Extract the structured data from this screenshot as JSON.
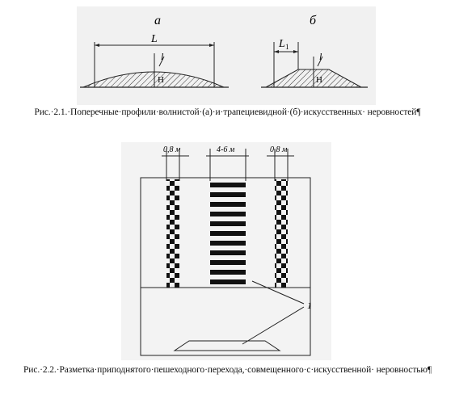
{
  "figure1": {
    "label_a": "а",
    "label_b": "б",
    "label_L": "L",
    "label_L1": "L",
    "label_L1_sub": "1",
    "label_l": "l",
    "label_H": "H"
  },
  "figure2": {
    "dim_left": "0,8 м",
    "dim_center": "4-6 м",
    "dim_right": "0,8 м",
    "leader_label": "1"
  },
  "captions": {
    "fig1": "Рис.·2.1.·Поперечные·профили·волнистой·(а)·и·трапециевидной·(б)·искусственных· неровностей¶",
    "fig2": "Рис.·2.2.·Разметка·приподнятого·пешеходного·перехода,·совмещенного·с·искусственной· неровностью¶"
  }
}
